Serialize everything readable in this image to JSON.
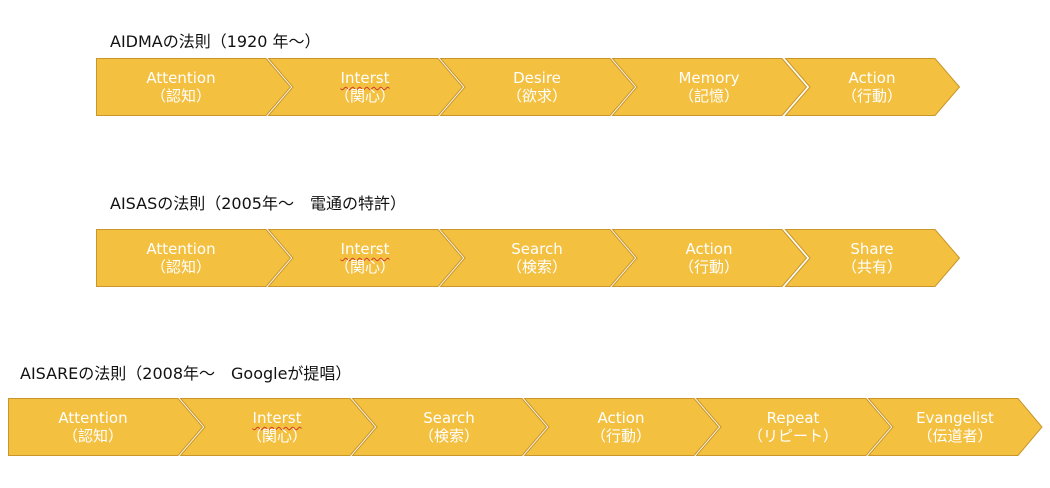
{
  "colors": {
    "chevron_fill": "#F3C03F",
    "chevron_stroke": "#C9962B",
    "chevron_text": "#FFFFFF",
    "title_text": "#111111",
    "spellcheck_underline": "#D23B2B"
  },
  "models": [
    {
      "title": "AIDMAの法則（1920 年〜）",
      "steps": [
        {
          "en": "Attention",
          "ja": "（認知）"
        },
        {
          "en": "Interst",
          "ja": "（関心）",
          "spellcheck": true
        },
        {
          "en": "Desire",
          "ja": "（欲求）"
        },
        {
          "en": "Memory",
          "ja": "（記憶）"
        },
        {
          "en": "Action",
          "ja": "（行動）"
        }
      ]
    },
    {
      "title": "AISASの法則（2005年〜　電通の特許）",
      "steps": [
        {
          "en": "Attention",
          "ja": "（認知）"
        },
        {
          "en": "Interst",
          "ja": "（関心）",
          "spellcheck": true
        },
        {
          "en": "Search",
          "ja": "（検索）"
        },
        {
          "en": "Action",
          "ja": "（行動）"
        },
        {
          "en": "Share",
          "ja": "（共有）"
        }
      ]
    },
    {
      "title": "AISAREの法則（2008年〜　Googleが提唱）",
      "steps": [
        {
          "en": "Attention",
          "ja": "（認知）"
        },
        {
          "en": "Interst",
          "ja": "（関心）",
          "spellcheck": true
        },
        {
          "en": "Search",
          "ja": "（検索）"
        },
        {
          "en": "Action",
          "ja": "（行動）"
        },
        {
          "en": "Repeat",
          "ja": "（リピート）"
        },
        {
          "en": "Evangelist",
          "ja": "（伝道者）"
        }
      ]
    }
  ]
}
